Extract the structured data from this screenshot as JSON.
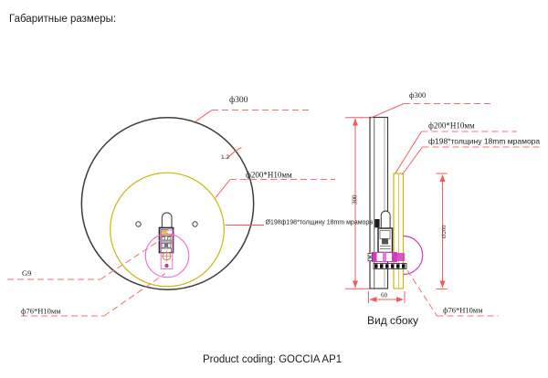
{
  "title": "Габаритные размеры:",
  "product_coding": "Product coding: GOCCIA AP1",
  "front_view": {
    "labels": {
      "plate_diameter": "ф300",
      "edge_thickness": "1.2",
      "disc": "ф200*H10мм",
      "marble": "Ø198ф198*толщину 18mm мрамора",
      "lamp_socket": "G9",
      "diffuser": "ф76*H10мм"
    }
  },
  "side_view": {
    "caption": "Вид сбоку",
    "labels": {
      "plate_diameter": "ф300",
      "disc": "ф200*H10мм",
      "marble": "ф198*толщину 18mm мрамора",
      "diffuser": "ф76*H10мм"
    },
    "dimensions": {
      "height": "300",
      "marble_diameter": "Ø200",
      "depth": "60"
    }
  },
  "colors": {
    "leader_red": "#f25c5c",
    "marble_yellow": "#c9b70a",
    "magenta": "#d23bbf",
    "outline": "#3c3c3c"
  }
}
